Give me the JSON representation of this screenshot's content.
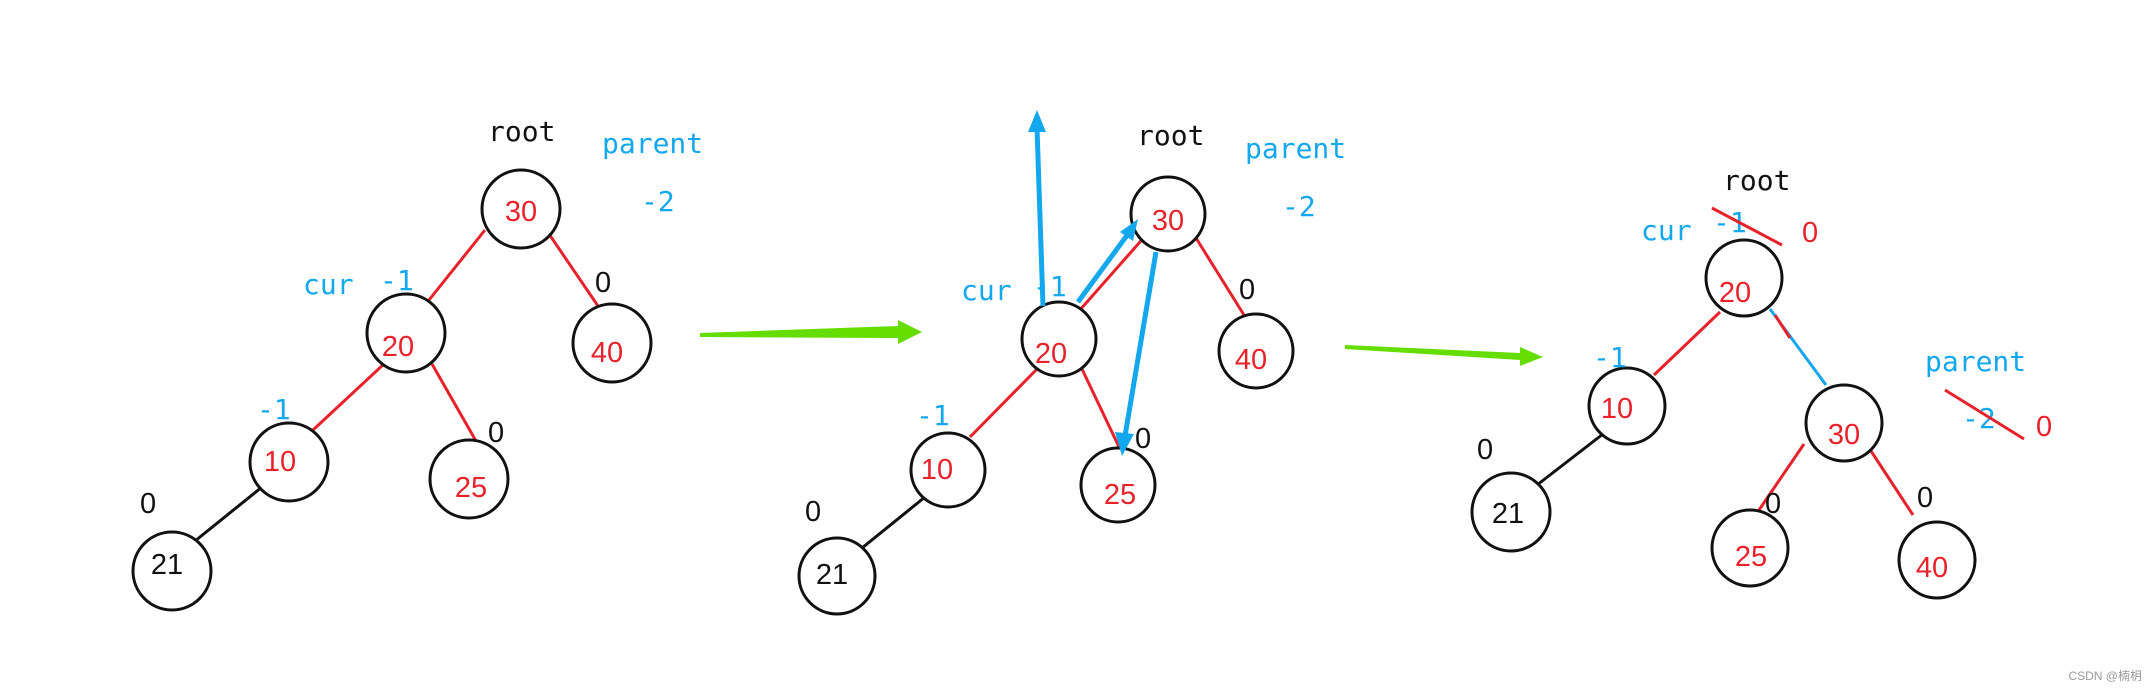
{
  "colors": {
    "red": "#e8222b",
    "blue": "#13a7ee",
    "black": "#111111",
    "green": "#66dd00"
  },
  "panel1": {
    "root_label": "root",
    "parent_label": "parent",
    "parent_bf": "-2",
    "cur_label": "cur",
    "cur_bf": "-1",
    "node10_bf": "-1",
    "node40_bf": "0",
    "node25_bf": "0",
    "node21_bf": "0",
    "nodes": {
      "n30": "30",
      "n20": "20",
      "n40": "40",
      "n10": "10",
      "n25": "25",
      "n21": "21"
    }
  },
  "panel2": {
    "root_label": "root",
    "parent_label": "parent",
    "parent_bf": "-2",
    "cur_label": "cur",
    "cur_bf": "-1",
    "node10_bf": "-1",
    "node40_bf": "0",
    "node25_bf": "0",
    "node21_bf": "0",
    "nodes": {
      "n30": "30",
      "n20": "20",
      "n40": "40",
      "n10": "10",
      "n25": "25",
      "n21": "21"
    }
  },
  "panel3": {
    "root_label": "root",
    "cur_label": "cur",
    "cur_old_bf": "-1",
    "cur_new_bf": "0",
    "parent_label": "parent",
    "parent_old_bf": "-2",
    "parent_new_bf": "0",
    "node10_bf": "-1",
    "node21_bf": "0",
    "node25_bf": "0",
    "node40_bf": "0",
    "nodes": {
      "n20": "20",
      "n10": "10",
      "n30": "30",
      "n21": "21",
      "n25": "25",
      "n40": "40"
    }
  },
  "watermark": "CSDN @楠枂"
}
